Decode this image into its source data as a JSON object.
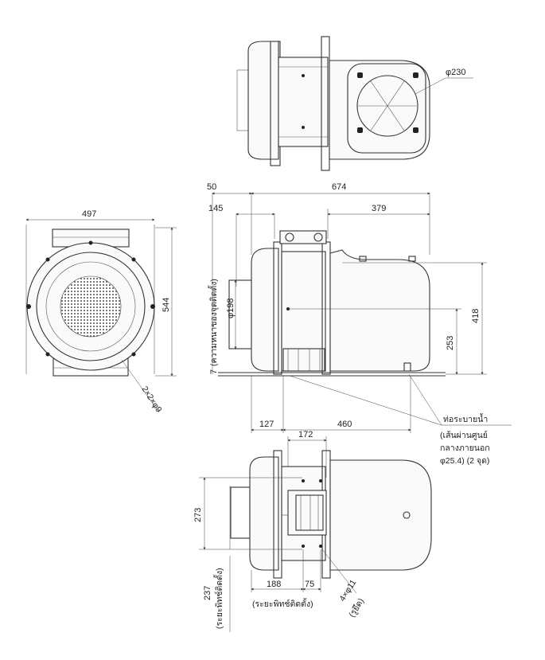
{
  "dimensions": {
    "top_phi": "φ230",
    "d50": "50",
    "d674": "674",
    "d145": "145",
    "d379": "379",
    "d497": "497",
    "d544": "544",
    "phi198": "φ198",
    "d418": "418",
    "d253": "253",
    "d7": "7",
    "hole": "2×2×φ9",
    "d127": "127",
    "d460": "460",
    "d172": "172",
    "d273": "273",
    "d237": "237",
    "d188": "188",
    "d75": "75",
    "mount_hole": "4×φ11"
  },
  "annotations": {
    "mount_thickness": "(ความหนาของจุดติดตั้ง)",
    "drain_1": "ท่อระบายน้ำ",
    "drain_2": "(เส้นผ่านศูนย์",
    "drain_3": "กลางภายนอก",
    "drain_4": "φ25.4) (2 จุด)",
    "mount_range_v": "(ระยะพิทช์ติดตั้ง)",
    "mount_pitch_h": "(ระยะพิทช์ติดตั้ง)",
    "mount_hole_note": "(รูยึด)"
  }
}
